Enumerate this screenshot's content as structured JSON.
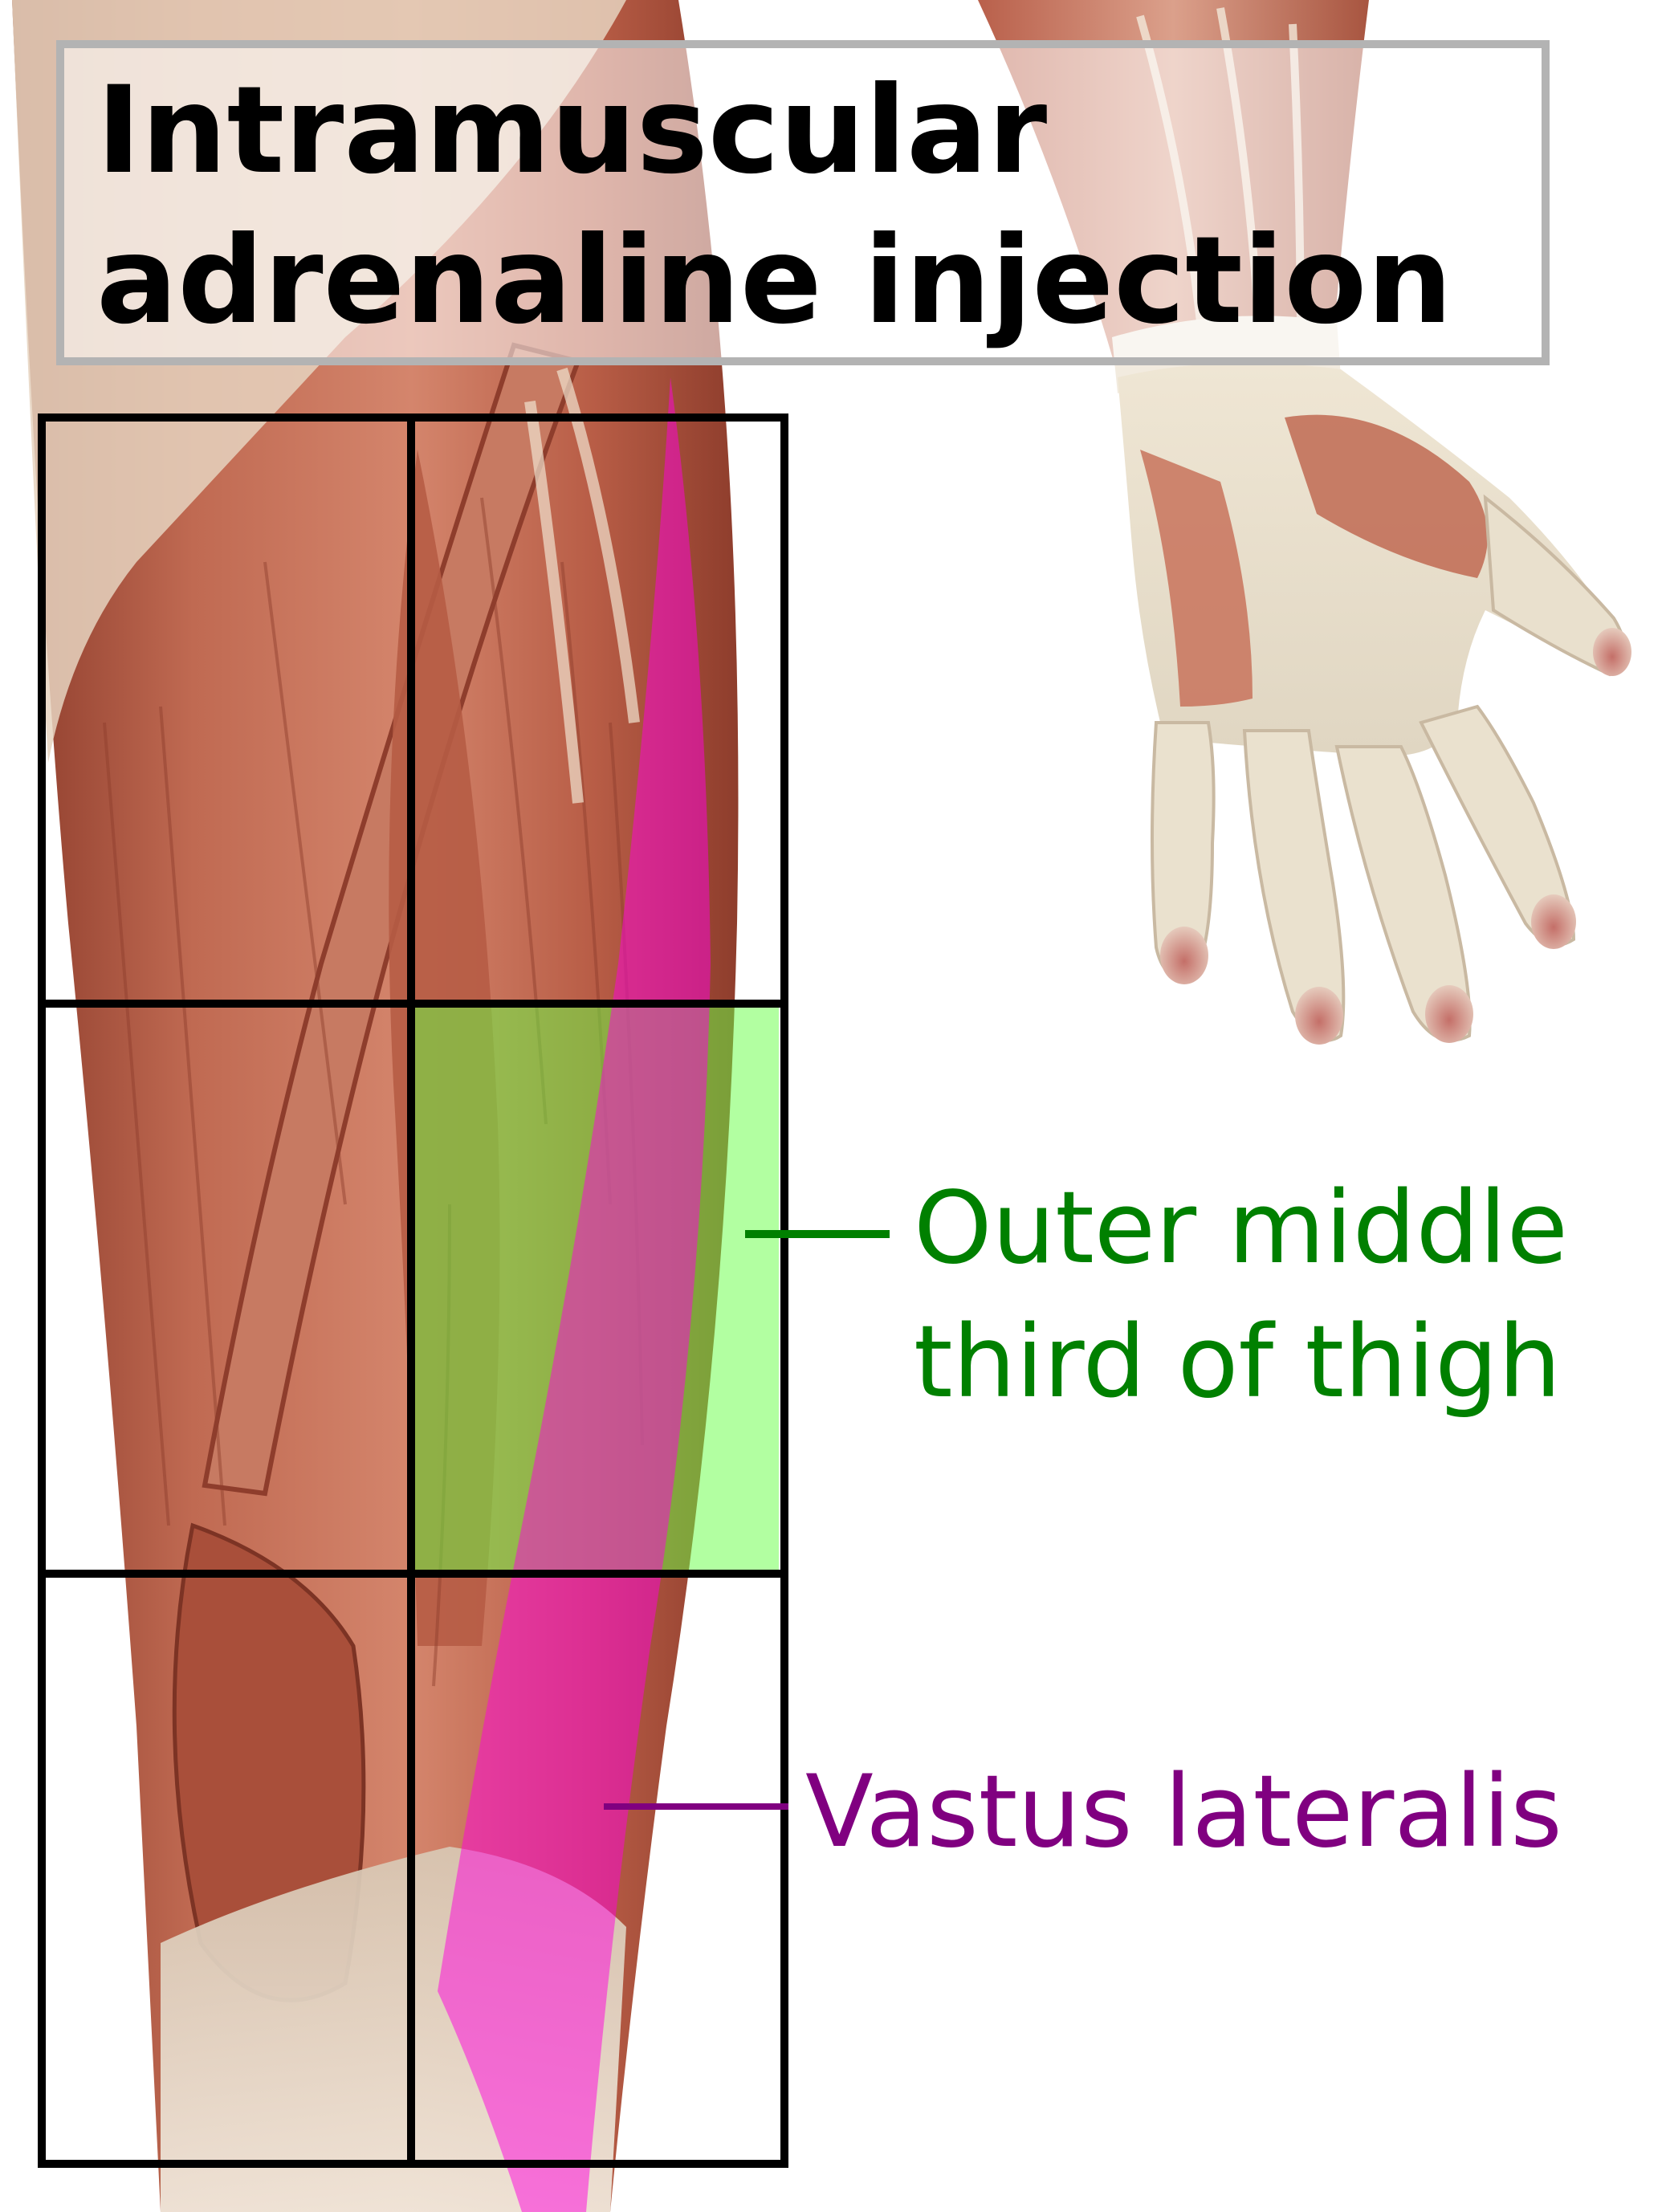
{
  "title": {
    "line1": "Intramuscular",
    "line2": "adrenaline injection"
  },
  "labels": {
    "outer_middle_third_line1": "Outer middle",
    "outer_middle_third_line2": "third of thigh",
    "vastus_lateralis": "Vastus lateralis"
  },
  "colors": {
    "label_green": "#008000",
    "label_purple": "#800080",
    "highlight_green": "#66ff44",
    "highlight_magenta": "#ff00dd",
    "grid": "#000000",
    "title_border": "#b3b3b3",
    "muscle_base": "#b9604b",
    "muscle_dark": "#8e3d2c",
    "muscle_light": "#d98d74",
    "tendon": "#ece4d2"
  },
  "grid": {
    "rows": 3,
    "columns": 2,
    "highlighted_cell": "middle row, right column"
  }
}
